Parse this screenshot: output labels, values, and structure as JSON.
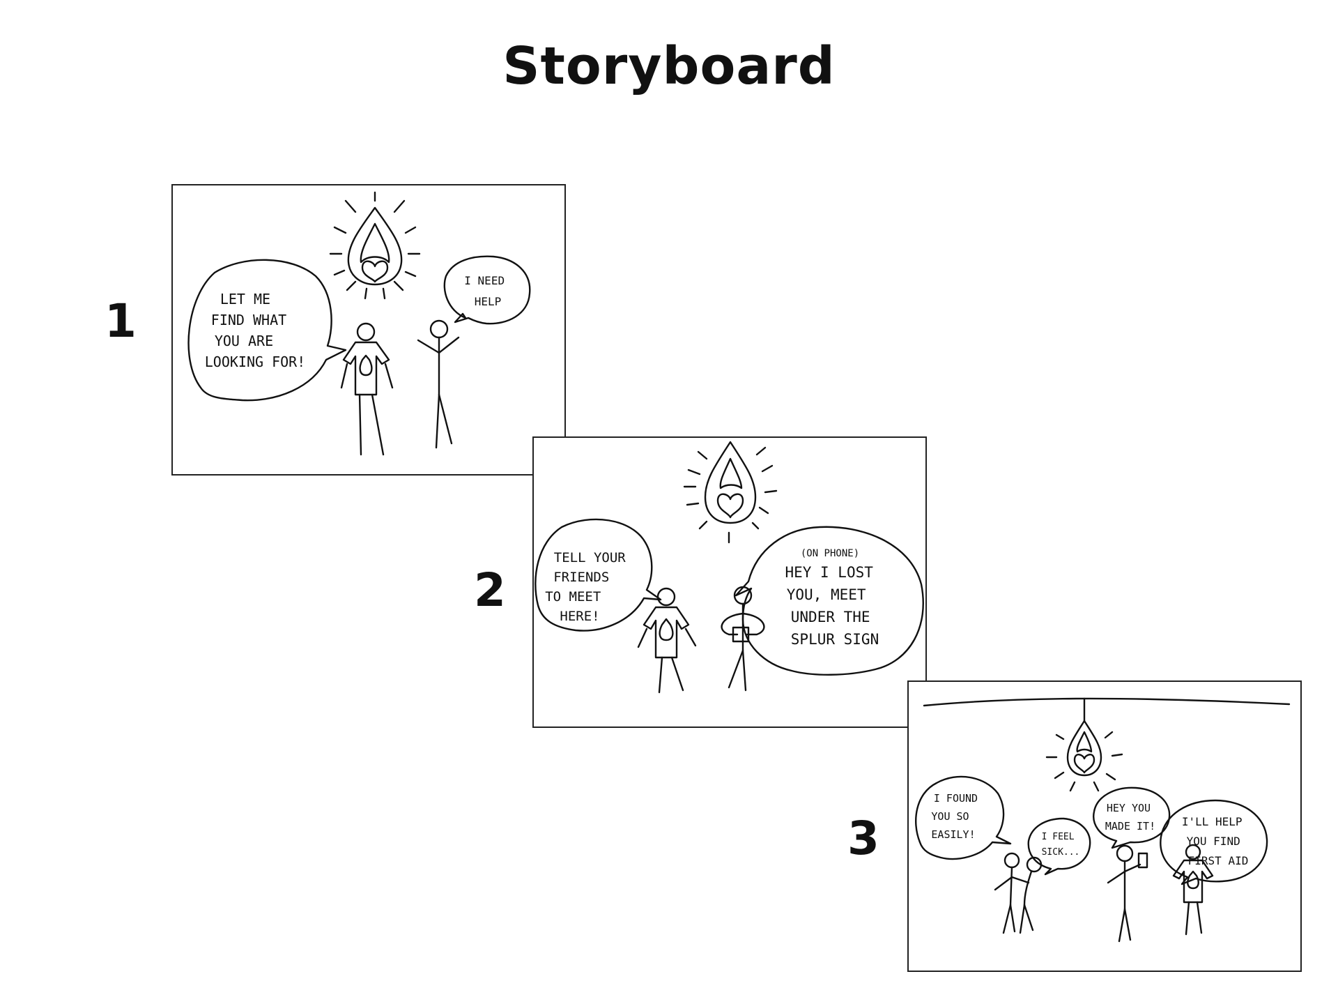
{
  "title": "Storyboard",
  "panels": [
    {
      "number": "1",
      "bubbles": {
        "left": [
          "LET ME",
          "FIND WHAT",
          "YOU ARE",
          "LOOKING FOR!"
        ],
        "right": [
          "I NEED",
          "HELP"
        ]
      }
    },
    {
      "number": "2",
      "bubbles": {
        "left": [
          "TELL YOUR",
          "FRIENDS",
          "TO MEET",
          "HERE!"
        ],
        "right_note": "(ON PHONE)",
        "right": [
          "HEY I LOST",
          "YOU, MEET",
          "UNDER THE",
          "SPLUR SIGN"
        ]
      }
    },
    {
      "number": "3",
      "bubbles": {
        "b1": [
          "I FOUND",
          "YOU SO",
          "EASILY!"
        ],
        "b2": [
          "I FEEL",
          "SICK..."
        ],
        "b3": [
          "HEY YOU",
          "MADE IT!"
        ],
        "b4": [
          "I'LL HELP",
          "YOU FIND",
          "FIRST AID"
        ]
      }
    }
  ]
}
